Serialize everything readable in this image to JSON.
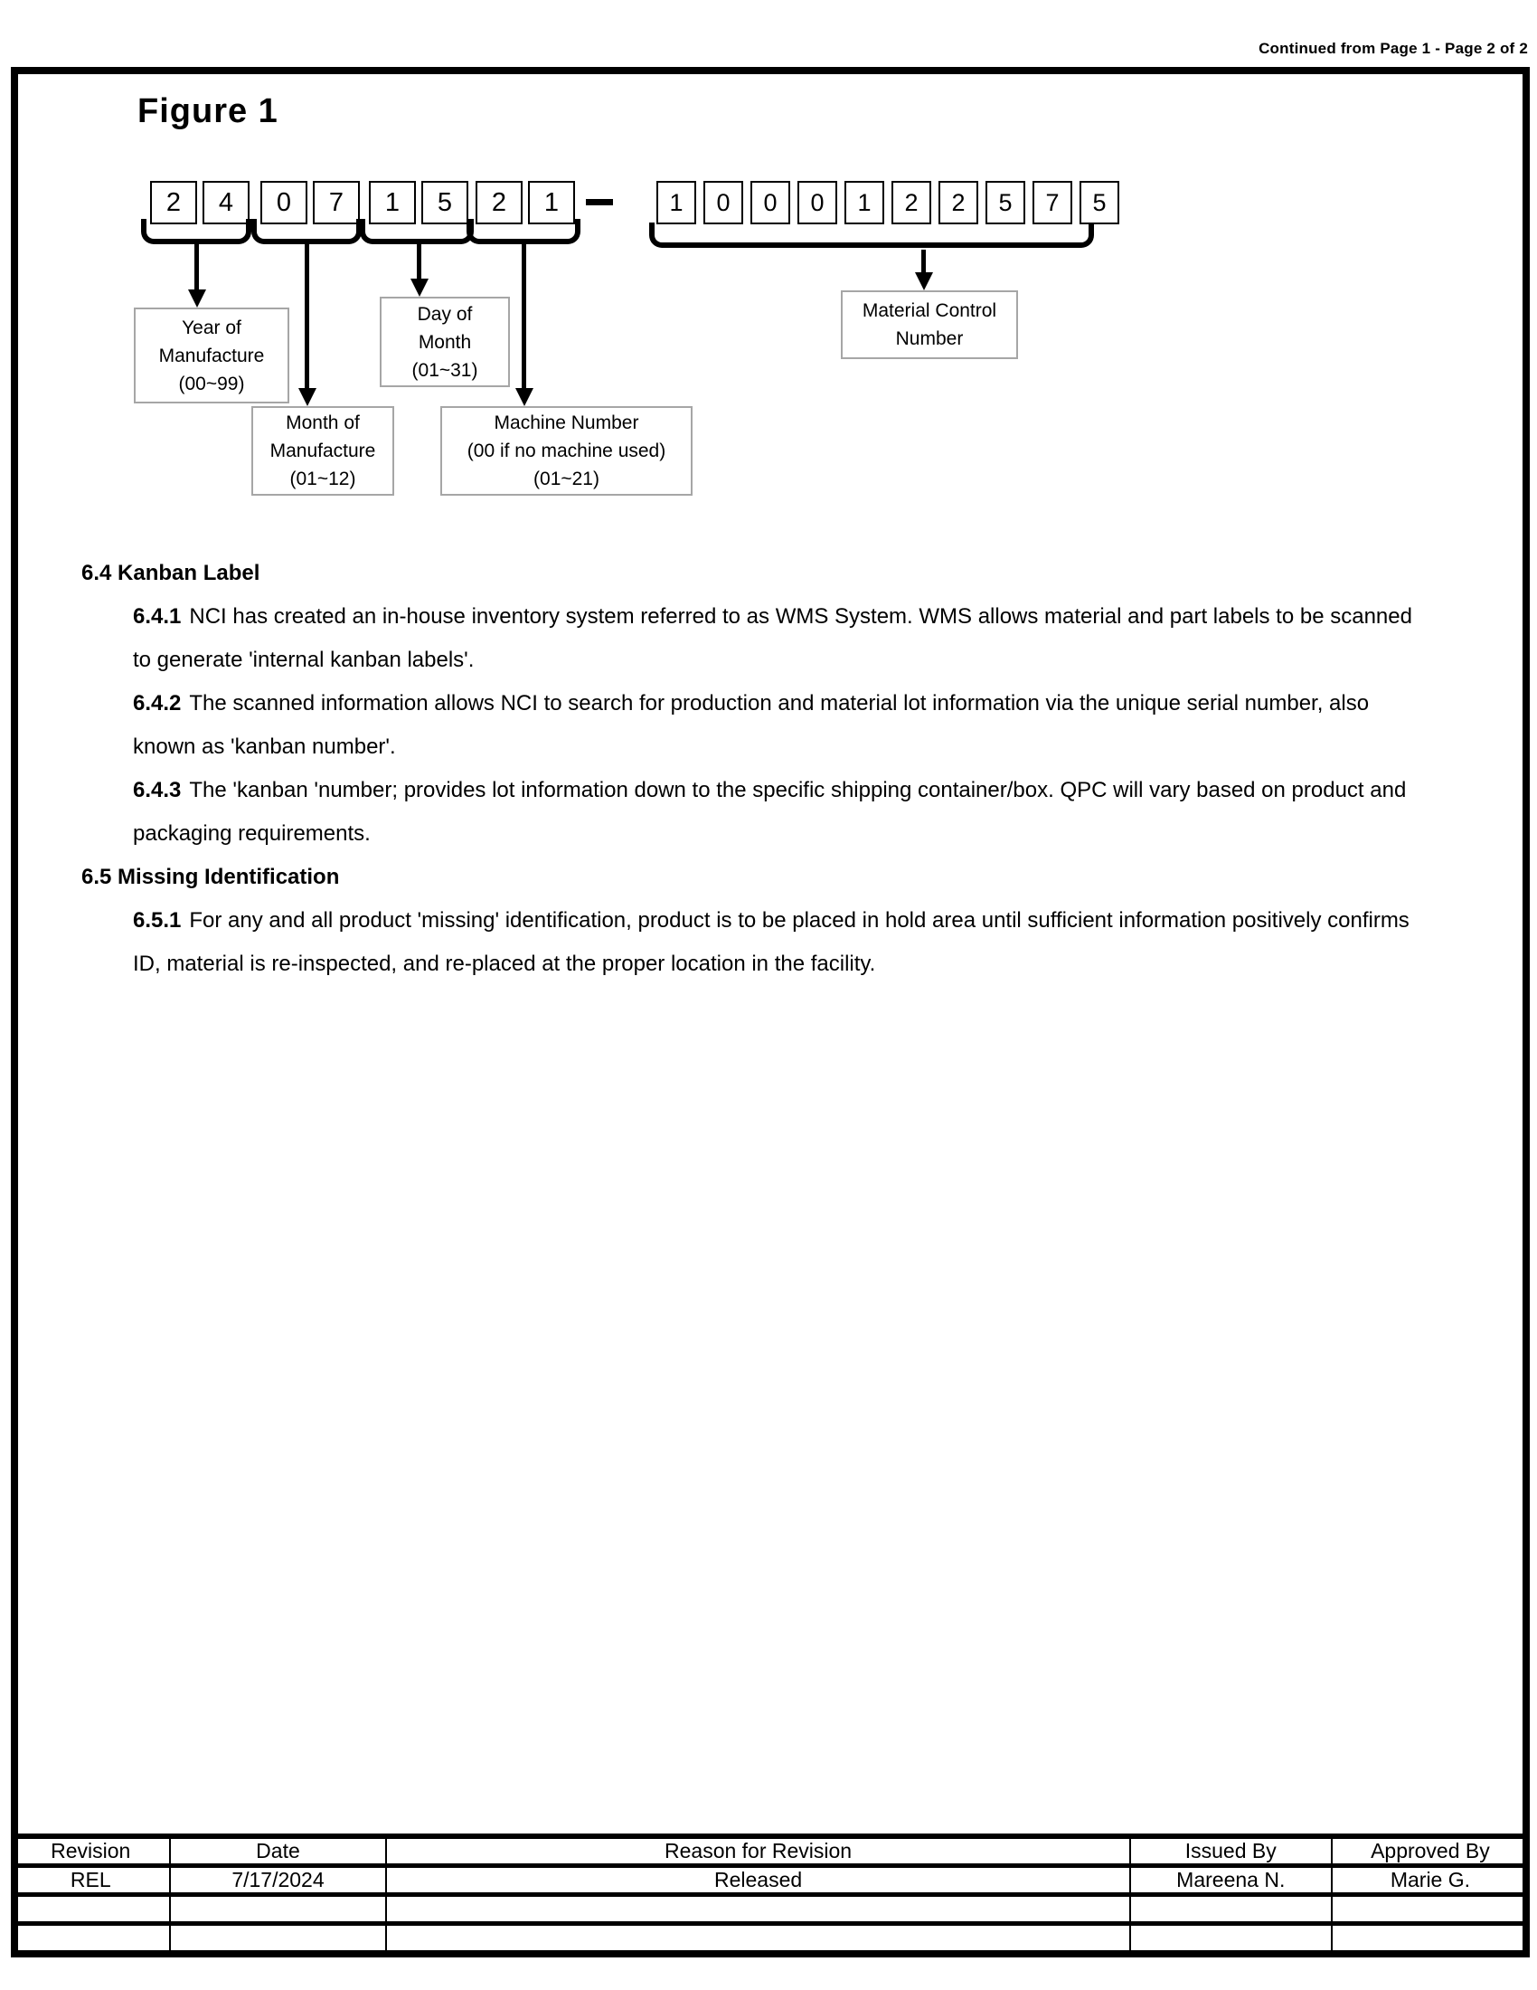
{
  "page_header": {
    "continued_note": "Continued from Page 1 - Page 2 of 2"
  },
  "figure": {
    "title": "Figure 1",
    "left_groups": [
      [
        "2",
        "4"
      ],
      [
        "0",
        "7"
      ],
      [
        "1",
        "5"
      ],
      [
        "2",
        "1"
      ]
    ],
    "right_digits": [
      "1",
      "0",
      "0",
      "0",
      "1",
      "2",
      "2",
      "5",
      "7",
      "5"
    ],
    "labels": {
      "year": "Year of\nManufacture\n(00~99)",
      "month": "Month of\nManufacture\n(01~12)",
      "day": "Day of\nMonth\n(01~31)",
      "machine": "Machine Number\n(00 if no machine used)\n(01~21)",
      "material": "Material Control\nNumber"
    }
  },
  "sections": [
    {
      "heading": "6.4 Kanban Label",
      "items": [
        {
          "num": "6.4.1",
          "text": "NCI has created an in-house inventory system referred to as WMS System. WMS allows material and part labels to be scanned to generate 'internal kanban labels'."
        },
        {
          "num": "6.4.2",
          "text": "The scanned information allows NCI to search for production and material lot information via the unique serial number, also known as 'kanban number'."
        },
        {
          "num": "6.4.3",
          "text": "The 'kanban 'number; provides lot information down to the specific shipping container/box. QPC will vary based on product and packaging requirements."
        }
      ]
    },
    {
      "heading": "6.5 Missing Identification",
      "items": [
        {
          "num": "6.5.1",
          "text": "For any and all product 'missing' identification, product is to be placed in hold area until sufficient information positively confirms ID, material is re-inspected, and re-placed at the proper location in the facility."
        }
      ]
    }
  ],
  "revision_table": {
    "headers": [
      "Revision",
      "Date",
      "Reason for Revision",
      "Issued By",
      "Approved By"
    ],
    "rows": [
      [
        "REL",
        "7/17/2024",
        "Released",
        "Mareena N.",
        "Marie G."
      ],
      [
        "",
        "",
        "",
        "",
        ""
      ],
      [
        "",
        "",
        "",
        "",
        ""
      ]
    ]
  }
}
